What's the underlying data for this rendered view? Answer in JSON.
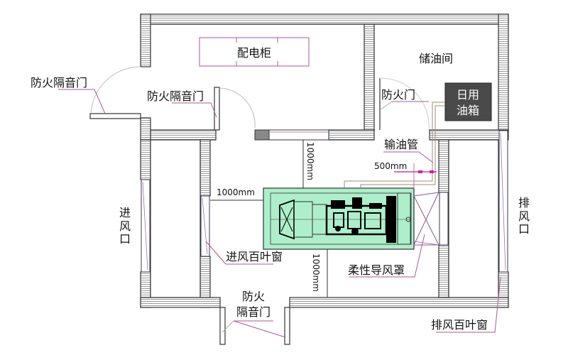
{
  "rooms": {
    "distribution_cabinet": "配电柜",
    "oil_storage_room": "储油间",
    "daily_tank_line1": "日用",
    "daily_tank_line2": "油箱"
  },
  "labels": {
    "fire_sound_door_left": "防火隔音门",
    "fire_sound_door_inner": "防火隔音门",
    "fire_door": "防火门",
    "oil_pipe": "输油管",
    "air_inlet_c1": "进",
    "air_inlet_c2": "风",
    "air_inlet_c3": "口",
    "air_inlet_louver": "进风百叶窗",
    "fire_door_bottom_line1": "防火",
    "fire_door_bottom_line2": "隔音门",
    "flexible_duct": "柔性导风罩",
    "exhaust_c1": "排",
    "exhaust_c2": "风",
    "exhaust_c3": "口",
    "exhaust_louver": "排风百叶窗"
  },
  "dimensions": {
    "left_clearance": "1000mm",
    "top_clearance": "1000mm",
    "bottom_clearance": "1000mm",
    "pipe_offset": "500mm"
  },
  "colors": {
    "wall_outline": "#333333",
    "wall_hatch": "#9a9a9a",
    "leader_line": "#b0559a",
    "generator_fill": "#aeeecb",
    "tank_fill": "#4a4a4a",
    "pipe": "#a08a7a"
  }
}
